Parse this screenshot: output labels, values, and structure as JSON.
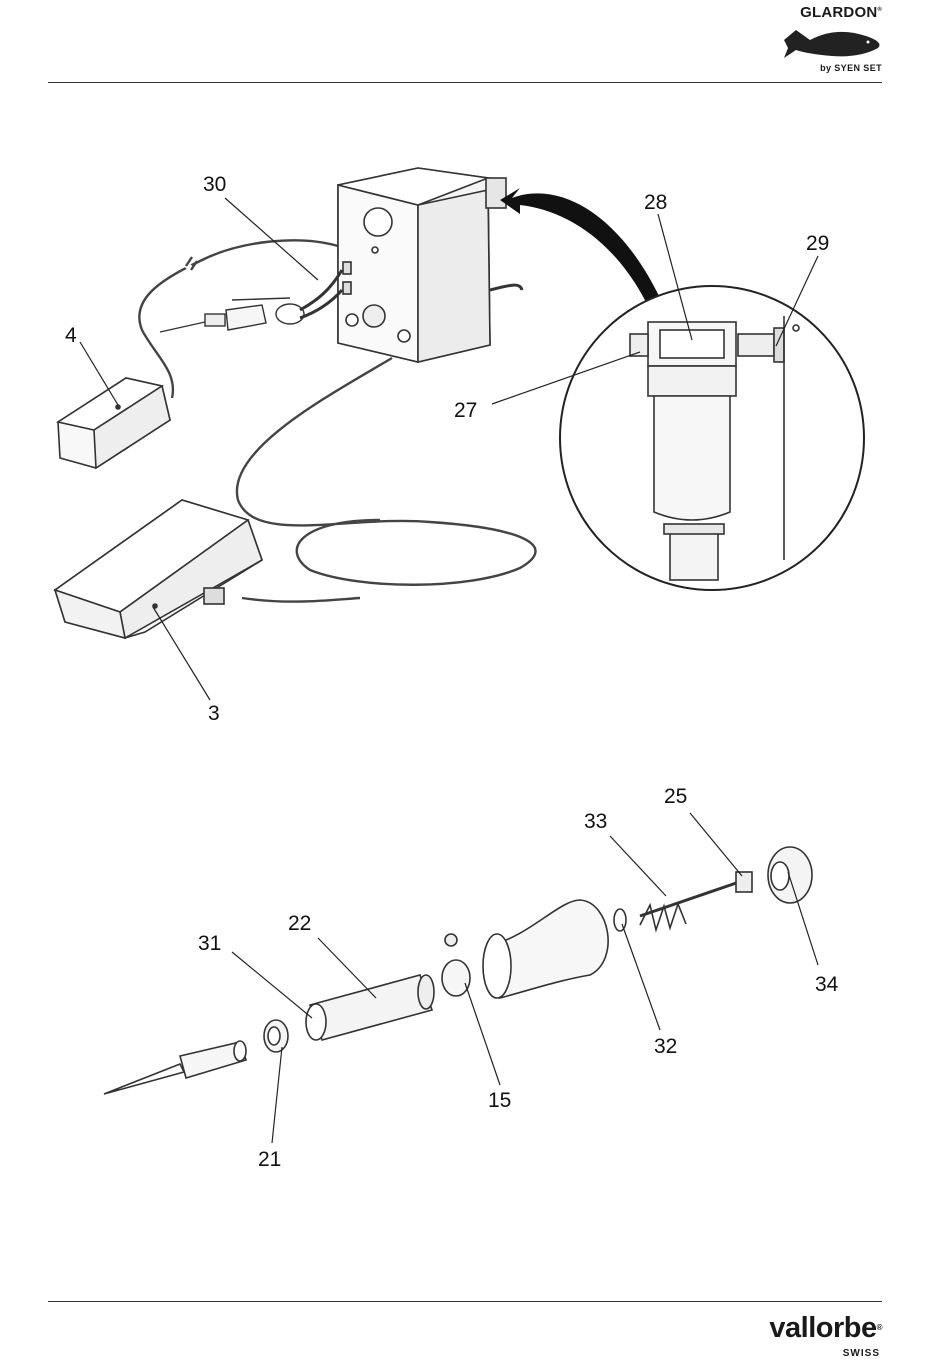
{
  "header": {
    "brand_name": "GLARDON",
    "brand_reg": "®",
    "brand_sub": "by SYEN SET"
  },
  "footer": {
    "brand_name": "vallorbe",
    "brand_reg": "®",
    "brand_sub": "SWISS"
  },
  "callouts": {
    "c30": "30",
    "c28": "28",
    "c29": "29",
    "c4": "4",
    "c27": "27",
    "c3": "3",
    "c25": "25",
    "c33": "33",
    "c22": "22",
    "c31": "31",
    "c34": "34",
    "c32": "32",
    "c15": "15",
    "c21": "21"
  }
}
